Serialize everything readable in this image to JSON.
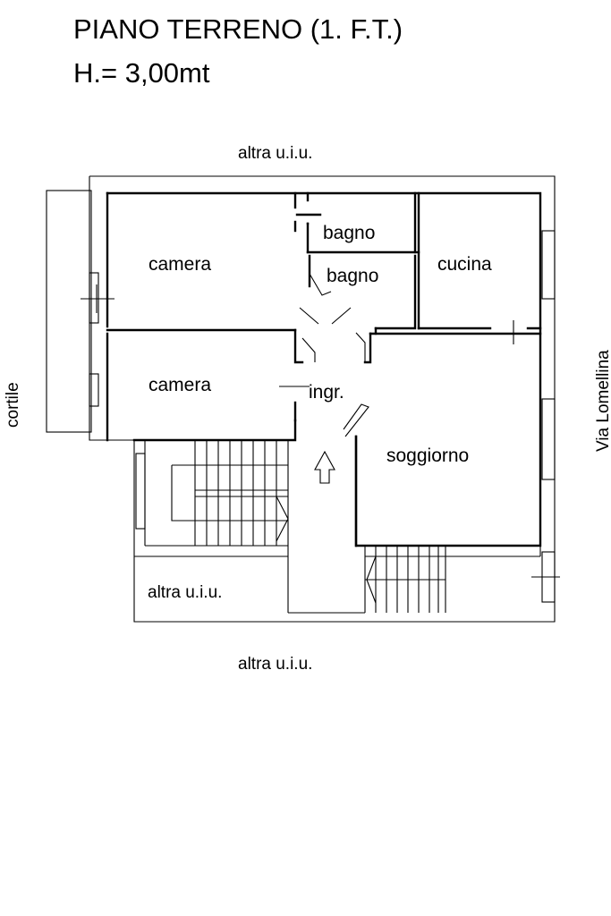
{
  "header": {
    "title": "PIANO TERRENO (1. F.T.)",
    "height_note": "H.= 3,00mt"
  },
  "context": {
    "north": "altra u.i.u.",
    "south": "altra u.i.u.",
    "west": "cortile",
    "east": "Via Lomellina",
    "inner_unit": "altra u.i.u."
  },
  "rooms": {
    "camera_1": "camera",
    "camera_2": "camera",
    "bagno_1": "bagno",
    "bagno_2": "bagno",
    "cucina": "cucina",
    "ingresso": "ingr.",
    "soggiorno": "soggiorno"
  }
}
